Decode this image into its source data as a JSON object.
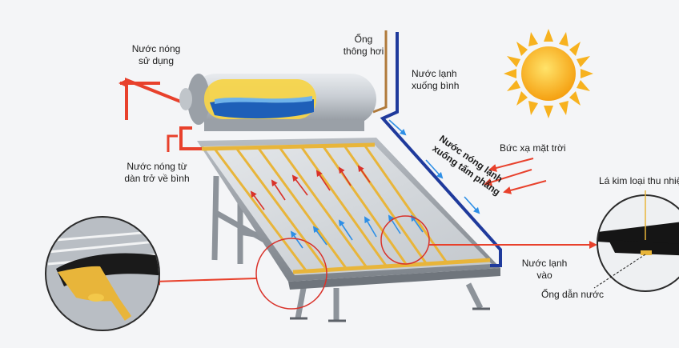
{
  "labels": {
    "hot_water_use": [
      "Nước nóng",
      "sử dụng"
    ],
    "vent_pipe": [
      "Ống",
      "thông hơi"
    ],
    "cold_to_tank": [
      "Nước lạnh",
      "xuống bình"
    ],
    "hot_return": [
      "Nước nóng từ",
      "dàn trở về bình"
    ],
    "solar_radiation": "Bức xạ mặt trời",
    "hot_cold_to_plate": [
      "Nước nóng lạnh",
      "xuống tấm phẳng"
    ],
    "cold_in": [
      "Nước lạnh",
      "vào"
    ],
    "metal_absorber": "Lá kim loại thu nhiệt",
    "water_tube": "Ống dẫn nước"
  },
  "colors": {
    "hot_pipe": "#e8412c",
    "cold_pipe": "#1f3a9c",
    "vent_pipe": "#b07a3a",
    "cold_arrow": "#2e8fe6",
    "hot_arrow": "#d9322a",
    "sun": "#f7b21f",
    "tube_gold": "#e8b53a",
    "tank_water": "#1e5fb8",
    "tank_fill": "#f5d44a"
  },
  "icons": [
    "sun-icon",
    "storage-tank",
    "flat-plate-collector",
    "zoom-detail-left",
    "zoom-detail-right"
  ]
}
